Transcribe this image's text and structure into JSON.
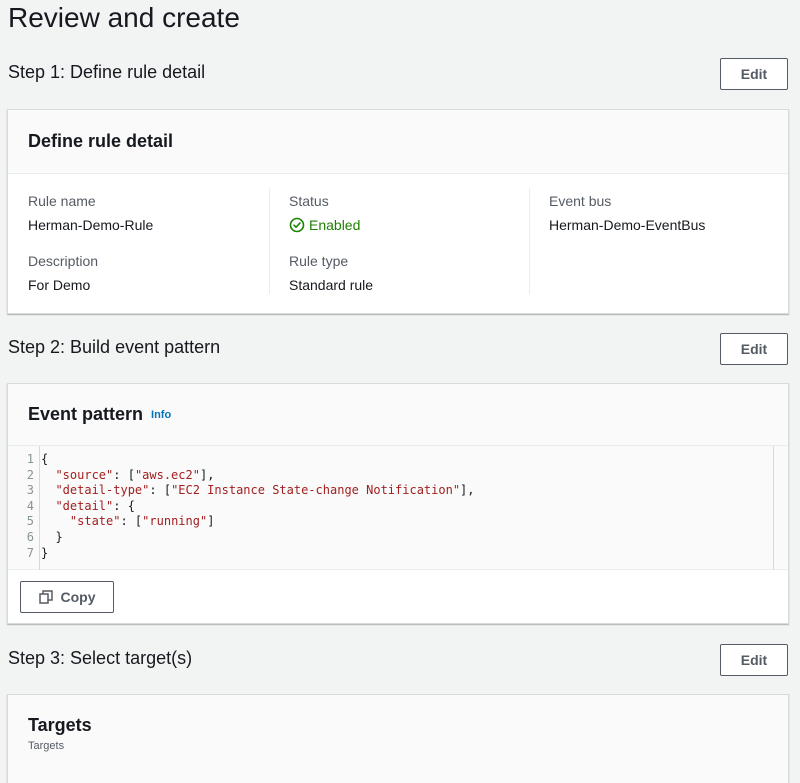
{
  "page": {
    "title": "Review and create"
  },
  "step1": {
    "title": "Step 1: Define rule detail",
    "edit_label": "Edit",
    "container_title": "Define rule detail",
    "fields": {
      "rule_name_label": "Rule name",
      "rule_name_value": "Herman-Demo-Rule",
      "description_label": "Description",
      "description_value": "For Demo",
      "status_label": "Status",
      "status_value": "Enabled",
      "rule_type_label": "Rule type",
      "rule_type_value": "Standard rule",
      "event_bus_label": "Event bus",
      "event_bus_value": "Herman-Demo-EventBus"
    }
  },
  "step2": {
    "title": "Step 2: Build event pattern",
    "edit_label": "Edit",
    "container_title": "Event pattern",
    "info_label": "Info",
    "line_numbers": [
      "1",
      "2",
      "3",
      "4",
      "5",
      "6",
      "7"
    ],
    "code": {
      "l1": "{",
      "l2_key": "\"source\"",
      "l2_rest": ": [",
      "l2_val": "\"aws.ec2\"",
      "l2_end": "],",
      "l3_key": "\"detail-type\"",
      "l3_rest": ": [",
      "l3_val": "\"EC2 Instance State-change Notification\"",
      "l3_end": "],",
      "l4_key": "\"detail\"",
      "l4_rest": ": {",
      "l5_key": "\"state\"",
      "l5_rest": ": [",
      "l5_val": "\"running\"",
      "l5_end": "]",
      "l6": "}",
      "l7": "}"
    },
    "copy_label": "Copy"
  },
  "step3": {
    "title": "Step 3: Select target(s)",
    "edit_label": "Edit",
    "container_title": "Targets",
    "container_subtitle": "Targets"
  },
  "colors": {
    "status_enabled": "#1d8102",
    "link": "#0073bb",
    "code_string": "#a11f1f"
  },
  "icons": {
    "status": "check-circle-icon",
    "copy": "copy-icon"
  }
}
